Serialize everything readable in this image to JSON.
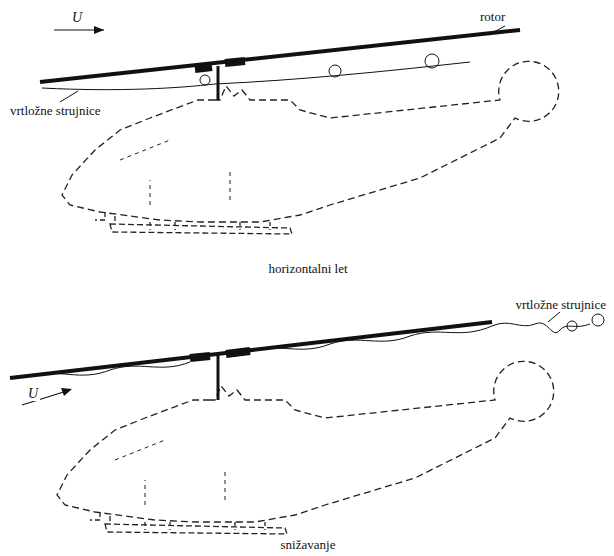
{
  "diagram": {
    "labels": [
      "U",
      "rotor",
      "vrtložne strujnice",
      "horizontalni let",
      "vrtložne strujnice",
      "U",
      "snižavanje"
    ]
  }
}
